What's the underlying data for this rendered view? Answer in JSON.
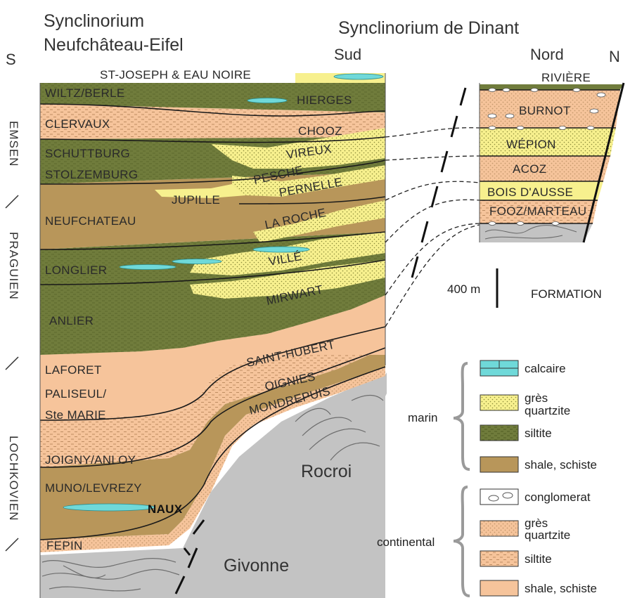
{
  "headings": {
    "left_title_line1": "Synclinorium",
    "left_title_line2": "Neufchâteau-Eifel",
    "right_title": "Synclinorium de Dinant",
    "south_letter": "S",
    "sud": "Sud",
    "nord": "Nord",
    "north_letter": "N"
  },
  "stages": [
    "EMSEN",
    "PRAGUIEN",
    "LOCHKOVIEN"
  ],
  "formations_left": [
    "WILTZ/BERLE",
    "CLERVAUX",
    "SCHUTTBURG",
    "STOLZEMBURG",
    "NEUFCHATEAU",
    "LONGLIER",
    "ANLIER",
    "LAFORET",
    "PALISEUL/",
    "Ste MARIE",
    "JOIGNY/ANLOY",
    "MUNO/LEVREZY",
    "FEPIN"
  ],
  "formations_mid": {
    "st_joseph": "ST-JOSEPH & EAU NOIRE",
    "hierges": "HIERGES",
    "chooz": "CHOOZ",
    "vireux": "VIREUX",
    "pesche": "PESCHE",
    "jupille": "JUPILLE",
    "pernelle": "PERNELLE",
    "la_roche": "LA ROCHE",
    "ville": "VILLÉ",
    "mirwart": "MIRWART",
    "saint_hubert": "SAINT-HUBERT",
    "oignies": "OIGNIES",
    "mondrepuis": "MONDREPUIS",
    "naux": "NAUX"
  },
  "formations_right": [
    "RIVIÈRE",
    "BURNOT",
    "WÉPION",
    "ACOZ",
    "BOIS D'AUSSE",
    "FOOZ/MARTEAU"
  ],
  "massifs": {
    "rocroi": "Rocroi",
    "givonne": "Givonne"
  },
  "scale": {
    "label": "400 m",
    "formation": "FORMATION"
  },
  "legend": {
    "marin_label": "marin",
    "continental_label": "continental",
    "items": [
      "calcaire",
      "grès",
      "quartzite",
      "siltite",
      "shale, schiste",
      "conglomerat",
      "grès",
      "quartzite",
      "siltite",
      "shale, schiste"
    ]
  },
  "colors": {
    "brown": "#b8965a",
    "siltite": "#707c3c",
    "shale_continental": "#f6c49b",
    "gres": "#f7f08e",
    "calcaire": "#6fd9d9",
    "basement": "#c3c3c3"
  }
}
